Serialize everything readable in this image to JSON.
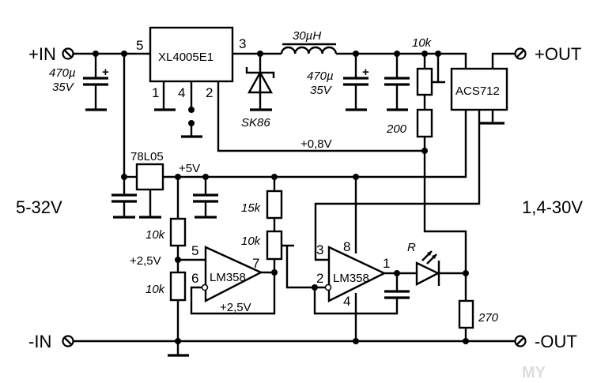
{
  "terminals": {
    "in_pos": "+IN",
    "in_neg": "-IN",
    "out_pos": "+OUT",
    "out_neg": "-OUT"
  },
  "ranges": {
    "input": "5-32V",
    "output": "1,4-30V"
  },
  "ics": {
    "regulator": "XL4005E1",
    "ldo": "78L05",
    "sensor": "ACS712",
    "opamp1": "LM358",
    "opamp2": "LM358"
  },
  "pins": {
    "xl_5": "5",
    "xl_3": "3",
    "xl_1": "1",
    "xl_4": "4",
    "xl_2": "2",
    "op1_5": "5",
    "op1_6": "6",
    "op1_7": "7",
    "op2_3": "3",
    "op2_8": "8",
    "op2_2": "2",
    "op2_1": "1",
    "op2_4": "4"
  },
  "components": {
    "c_in_value": "470µ",
    "c_in_voltage": "35V",
    "diode": "SK86",
    "inductor": "30µH",
    "c_out_value": "470µ",
    "c_out_voltage": "35V",
    "pot_fb": "10k",
    "r_fb": "200",
    "r_div_top": "10k",
    "r_div_bot": "10k",
    "r_15k": "15k",
    "pot_ref": "10k",
    "led": "R",
    "r_out": "270"
  },
  "nets": {
    "fb": "+0,8V",
    "v5": "+5V",
    "ref_node": "+2,5V",
    "ref_out": "+2,5V"
  },
  "watermark": "MY"
}
